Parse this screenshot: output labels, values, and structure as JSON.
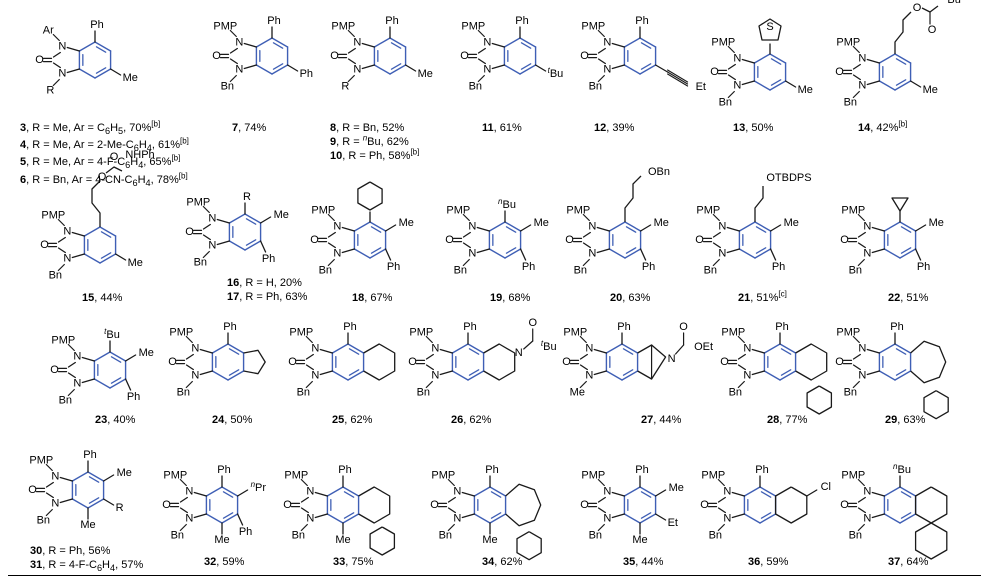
{
  "colors": {
    "new_bonds": "#3f5fb5",
    "bonds": "#1a1a1a",
    "text": "#000000"
  },
  "label_text": {
    "pmp": "PMP",
    "ar": "Ar",
    "r": "R",
    "n": "N",
    "o": "O",
    "ph": "Ph",
    "me": "Me",
    "bn": "Bn",
    "et": "Et",
    "cl": "Cl",
    "obn": "OBn",
    "otbdps": "OTBDPS",
    "oet": "OEt",
    "nhph": "NHPh",
    "tbu": "tBu",
    "nbu": "nBu",
    "npr": "nPr"
  },
  "compounds": [
    {
      "id": "c1",
      "lines": [
        {
          "num": "3",
          "text": ", R = Me, Ar = C6H5, 70%",
          "sup": "[b]"
        },
        {
          "num": "4",
          "text": ", R = Me, Ar = 2-Me-C6H4, 61%",
          "sup": "[b]"
        },
        {
          "num": "5",
          "text": ", R = Me, Ar = 4-F-C6H4, 65%",
          "sup": "[b]"
        },
        {
          "num": "6",
          "text": ", R = Bn, Ar = 4-CN-C6H4, 78%",
          "sup": "[b]"
        }
      ]
    },
    {
      "id": "c7",
      "lines": [
        {
          "num": "7",
          "text": ", 74%",
          "sup": ""
        }
      ]
    },
    {
      "id": "c8",
      "lines": [
        {
          "num": "8",
          "text": ", R = Bn, 52%",
          "sup": ""
        },
        {
          "num": "9",
          "text": ", R = nBu, 62%",
          "sup": ""
        },
        {
          "num": "10",
          "text": ", R = Ph, 58%",
          "sup": "[b]"
        }
      ]
    },
    {
      "id": "c11",
      "lines": [
        {
          "num": "11",
          "text": ", 61%",
          "sup": ""
        }
      ]
    },
    {
      "id": "c12",
      "lines": [
        {
          "num": "12",
          "text": ", 39%",
          "sup": ""
        }
      ]
    },
    {
      "id": "c13",
      "lines": [
        {
          "num": "13",
          "text": ", 50%",
          "sup": ""
        }
      ]
    },
    {
      "id": "c14",
      "lines": [
        {
          "num": "14",
          "text": ", 42%",
          "sup": "[b]"
        }
      ]
    },
    {
      "id": "c15",
      "lines": [
        {
          "num": "15",
          "text": ", 44%",
          "sup": ""
        }
      ]
    },
    {
      "id": "c16",
      "lines": [
        {
          "num": "16",
          "text": ", R = H, 20%",
          "sup": ""
        },
        {
          "num": "17",
          "text": ", R = Ph, 63%",
          "sup": ""
        }
      ]
    },
    {
      "id": "c18",
      "lines": [
        {
          "num": "18",
          "text": ", 67%",
          "sup": ""
        }
      ]
    },
    {
      "id": "c19",
      "lines": [
        {
          "num": "19",
          "text": ", 68%",
          "sup": ""
        }
      ]
    },
    {
      "id": "c20",
      "lines": [
        {
          "num": "20",
          "text": ", 63%",
          "sup": ""
        }
      ]
    },
    {
      "id": "c21",
      "lines": [
        {
          "num": "21",
          "text": ", 51%",
          "sup": "[c]"
        }
      ]
    },
    {
      "id": "c22",
      "lines": [
        {
          "num": "22",
          "text": ", 51%",
          "sup": ""
        }
      ]
    },
    {
      "id": "c23",
      "lines": [
        {
          "num": "23",
          "text": ", 40%",
          "sup": ""
        }
      ]
    },
    {
      "id": "c24",
      "lines": [
        {
          "num": "24",
          "text": ", 50%",
          "sup": ""
        }
      ]
    },
    {
      "id": "c25",
      "lines": [
        {
          "num": "25",
          "text": ", 62%",
          "sup": ""
        }
      ]
    },
    {
      "id": "c26",
      "lines": [
        {
          "num": "26",
          "text": ", 62%",
          "sup": ""
        }
      ]
    },
    {
      "id": "c27",
      "lines": [
        {
          "num": "27",
          "text": ", 44%",
          "sup": ""
        }
      ]
    },
    {
      "id": "c28",
      "lines": [
        {
          "num": "28",
          "text": ", 77%",
          "sup": ""
        }
      ]
    },
    {
      "id": "c29",
      "lines": [
        {
          "num": "29",
          "text": ", 63%",
          "sup": ""
        }
      ]
    },
    {
      "id": "c30",
      "lines": [
        {
          "num": "30",
          "text": ", R = Ph, 56%",
          "sup": ""
        },
        {
          "num": "31",
          "text": ", R = 4-F-C6H4, 57%",
          "sup": ""
        }
      ]
    },
    {
      "id": "c32",
      "lines": [
        {
          "num": "32",
          "text": ", 59%",
          "sup": ""
        }
      ]
    },
    {
      "id": "c33",
      "lines": [
        {
          "num": "33",
          "text": ", 75%",
          "sup": ""
        }
      ]
    },
    {
      "id": "c34",
      "lines": [
        {
          "num": "34",
          "text": ", 62%",
          "sup": ""
        }
      ]
    },
    {
      "id": "c35",
      "lines": [
        {
          "num": "35",
          "text": ", 44%",
          "sup": ""
        }
      ]
    },
    {
      "id": "c36",
      "lines": [
        {
          "num": "36",
          "text": ", 59%",
          "sup": ""
        }
      ]
    },
    {
      "id": "c37",
      "lines": [
        {
          "num": "37",
          "text": ", 64%",
          "sup": ""
        }
      ]
    }
  ]
}
